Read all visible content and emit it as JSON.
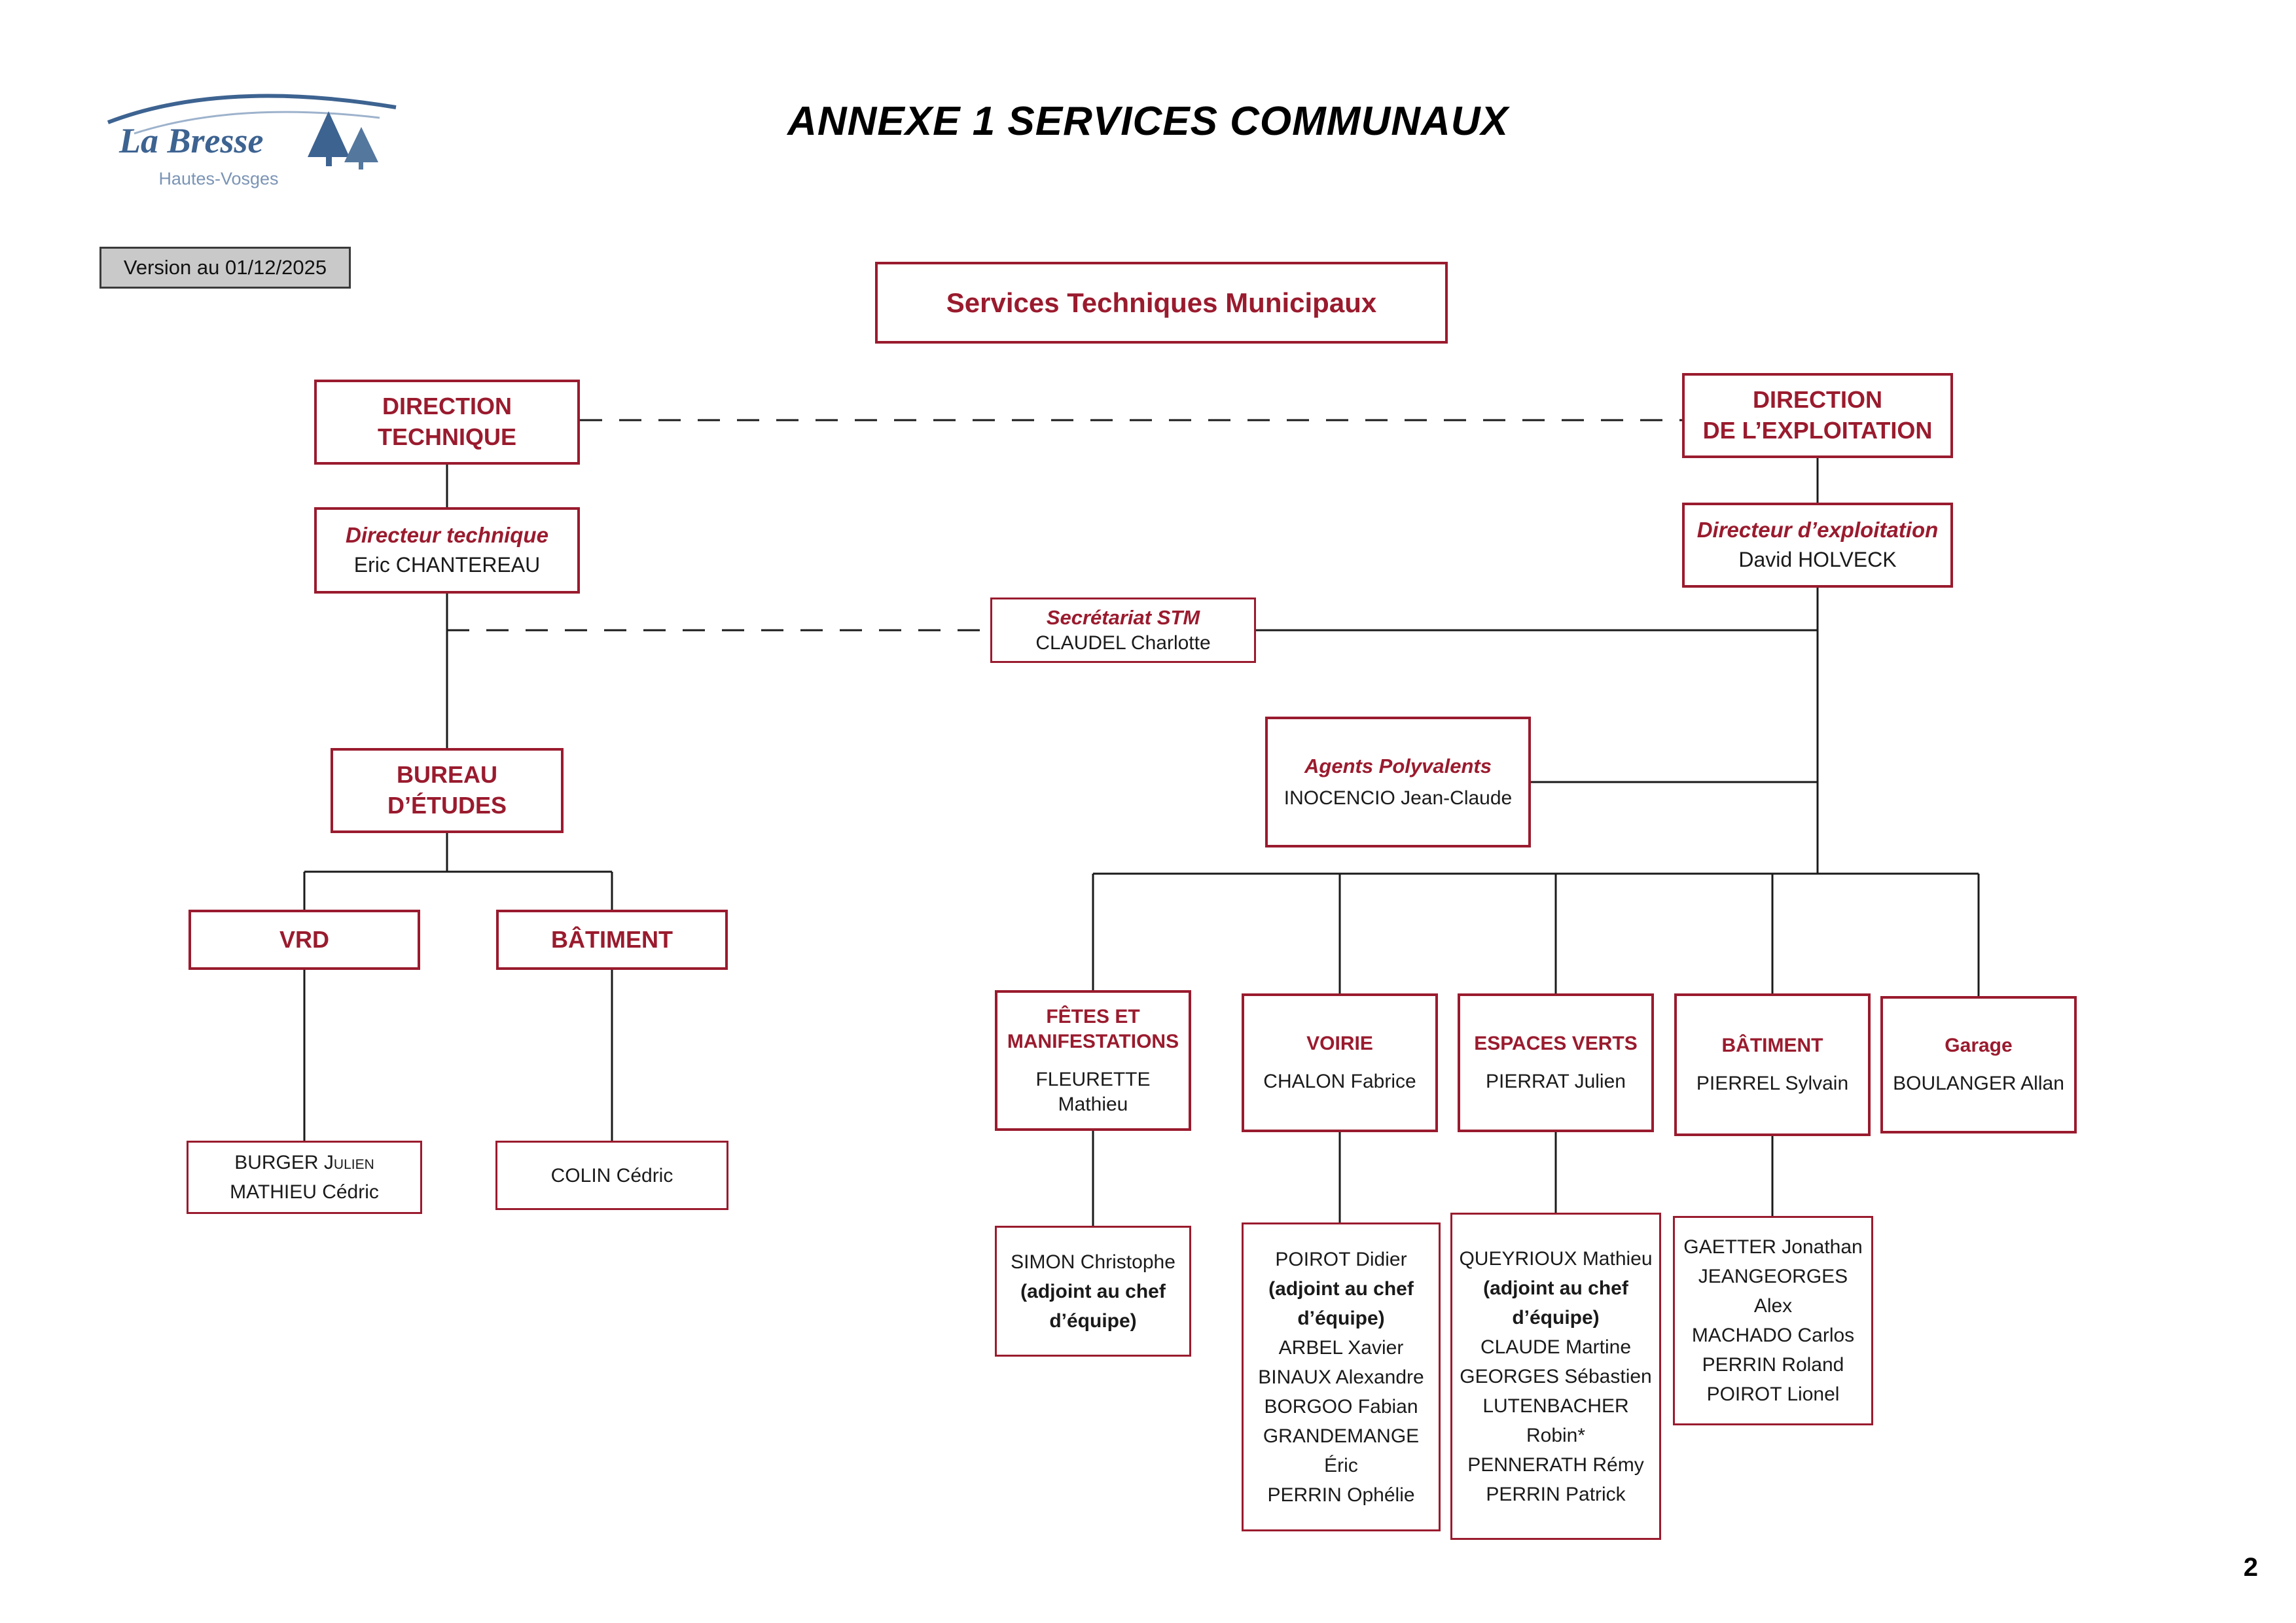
{
  "colors": {
    "accent": "#9a1b2e",
    "logo_blue": "#3d6391",
    "line": "#1a1a1a",
    "version_bg": "#c9c9c9"
  },
  "header": {
    "title": "ANNEXE 1 SERVICES COMMUNAUX",
    "version": "Version au 01/12/2025",
    "page_number": "2"
  },
  "logo": {
    "title": "La Bresse",
    "subtitle": "Hautes-Vosges"
  },
  "org": {
    "root": {
      "label": "Services Techniques Municipaux"
    },
    "direction_technique": {
      "line1": "DIRECTION",
      "line2": "TECHNIQUE"
    },
    "direction_exploitation": {
      "line1": "DIRECTION",
      "line2": "DE L’EXPLOITATION"
    },
    "directeur_technique": {
      "role": "Directeur technique",
      "name": "Eric CHANTEREAU"
    },
    "directeur_exploitation": {
      "role": "Directeur d’exploitation",
      "name": "David HOLVECK"
    },
    "secretariat_stm": {
      "role": "Secrétariat STM",
      "name": "CLAUDEL Charlotte"
    },
    "bureau_etudes": {
      "line1": "BUREAU",
      "line2": "D’ÉTUDES"
    },
    "agents_polyvalents": {
      "role": "Agents Polyvalents",
      "name": "INOCENCIO Jean-Claude"
    },
    "vrd": {
      "label": "VRD"
    },
    "vrd_staff": {
      "lines": [
        "BURGER Julien",
        "MATHIEU Cédric"
      ]
    },
    "batiment_etudes": {
      "label": "BÂTIMENT"
    },
    "batiment_etudes_staff": {
      "lines": [
        "COLIN Cédric"
      ]
    },
    "fetes": {
      "label1": "FÊTES ET",
      "label2": "MANIFESTATIONS",
      "chief": "FLEURETTE Mathieu"
    },
    "fetes_staff": {
      "lines": [
        "SIMON Christophe",
        "(adjoint au chef",
        "d’équipe)"
      ]
    },
    "voirie": {
      "label": "VOIRIE",
      "chief": "CHALON Fabrice"
    },
    "voirie_staff": {
      "lines": [
        "POIROT Didier",
        "(adjoint au chef",
        "d’équipe)",
        "ARBEL Xavier",
        "BINAUX Alexandre",
        "BORGOO Fabian",
        "GRANDEMANGE Éric",
        "PERRIN Ophélie"
      ]
    },
    "espaces_verts": {
      "label": "ESPACES VERTS",
      "chief": "PIERRAT Julien"
    },
    "espaces_verts_staff": {
      "lines": [
        "QUEYRIOUX Mathieu",
        "(adjoint au chef",
        "d’équipe)",
        "CLAUDE Martine",
        "GEORGES Sébastien",
        "LUTENBACHER Robin*",
        "PENNERATH Rémy",
        "PERRIN Patrick"
      ]
    },
    "batiment_exploitation": {
      "label": "BÂTIMENT",
      "chief": "PIERREL Sylvain"
    },
    "batiment_exploitation_staff": {
      "lines": [
        "GAETTER Jonathan",
        "JEANGEORGES Alex",
        "MACHADO Carlos",
        "PERRIN Roland",
        "POIROT Lionel"
      ]
    },
    "garage": {
      "label": "Garage",
      "chief": "BOULANGER Allan"
    }
  }
}
